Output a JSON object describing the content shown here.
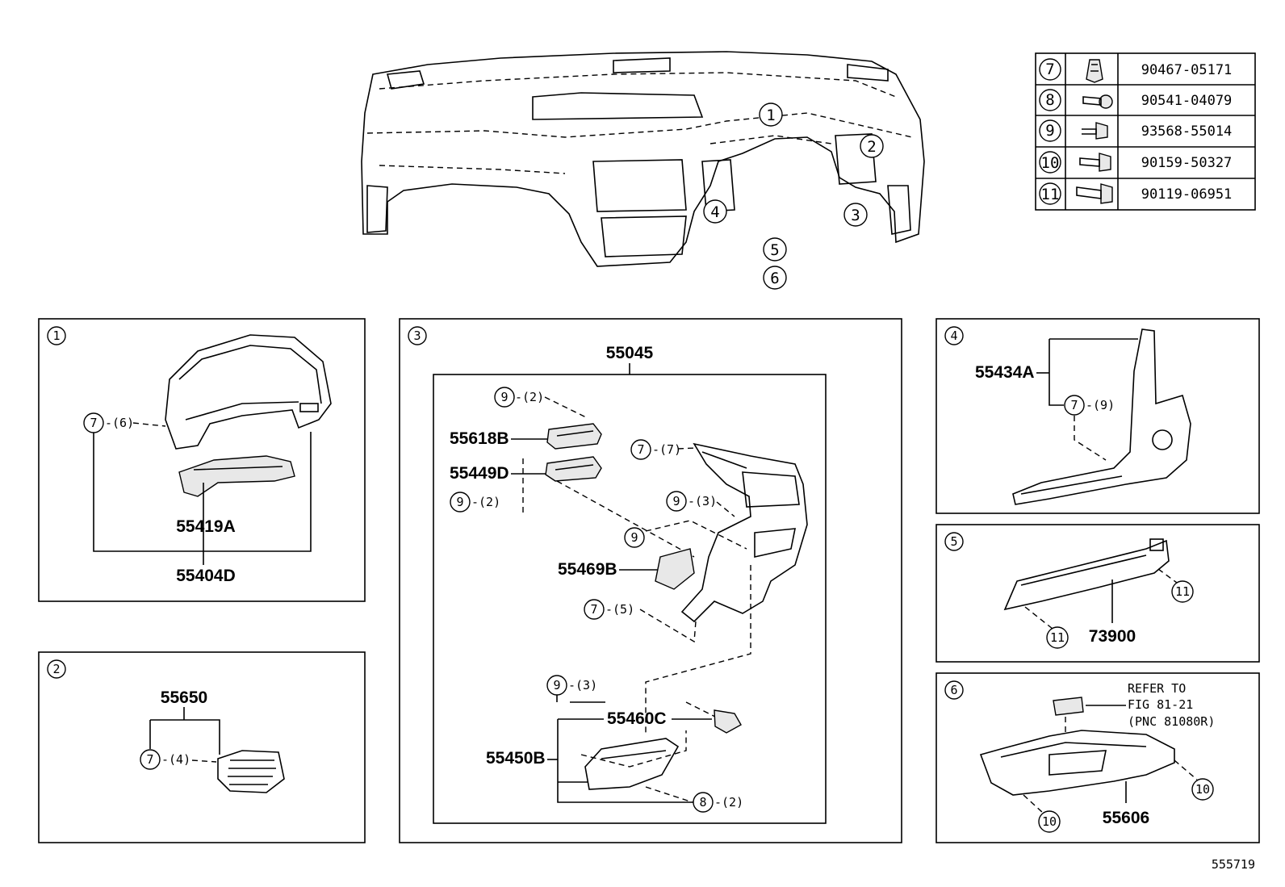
{
  "callouts": {
    "c1": "1",
    "c2": "2",
    "c3": "3",
    "c4": "4",
    "c5": "5",
    "c6": "6",
    "c7": "7",
    "c8": "8",
    "c9": "9",
    "c10": "10",
    "c11": "11"
  },
  "table": [
    {
      "ref": "7",
      "part_no": "90467-05171"
    },
    {
      "ref": "8",
      "part_no": "90541-04079"
    },
    {
      "ref": "9",
      "part_no": "93568-55014"
    },
    {
      "ref": "10",
      "part_no": "90159-50327"
    },
    {
      "ref": "11",
      "part_no": "90119-06951"
    }
  ],
  "panel1": {
    "qty_7": "-(6)",
    "part_a": "55419A",
    "part_b": "55404D"
  },
  "panel2": {
    "part": "55650",
    "qty_7": "-(4)"
  },
  "panel3": {
    "top": "55045",
    "qty_9_top": "-(2)",
    "part_618": "55618B",
    "part_449": "55449D",
    "qty_9_left": "-(2)",
    "qty_7_top": "-(7)",
    "qty_9_mid": "-(3)",
    "part_469": "55469B",
    "qty_7_mid": "-(5)",
    "qty_9_low": "-(3)",
    "part_460": "55460C",
    "part_450": "55450B",
    "qty_8": "-(2)"
  },
  "panel4": {
    "part": "55434A",
    "qty_7": "-(9)"
  },
  "panel5": {
    "part": "73900"
  },
  "panel6": {
    "refer1": "REFER TO",
    "refer2": "FIG 81-21",
    "refer3": "(PNC 81080R)",
    "part": "55606"
  },
  "figure_id": "555719"
}
